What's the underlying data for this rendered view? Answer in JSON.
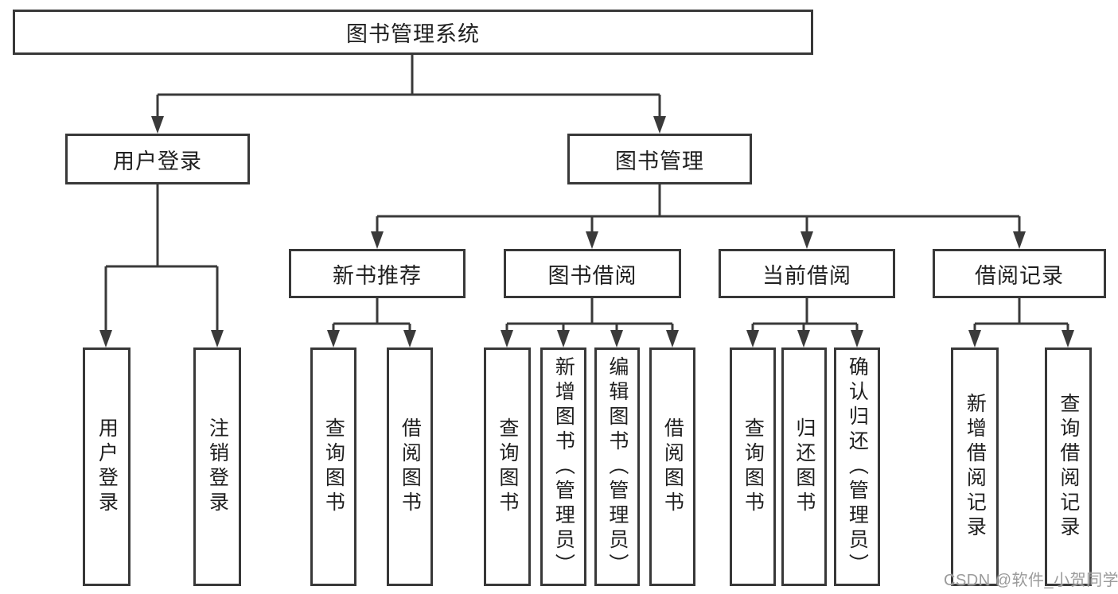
{
  "colors": {
    "line": "#3a3a3a",
    "box_border": "#383838",
    "text": "#1f1f1f",
    "watermark": "#9b9b9b",
    "background": "#ffffff"
  },
  "watermark": "CSDN @软件_小贺同学",
  "tree": {
    "root": "图书管理系统",
    "branches": [
      {
        "label": "用户登录",
        "children": [
          "用户登录",
          "注销登录"
        ]
      },
      {
        "label": "图书管理",
        "children": [
          {
            "label": "新书推荐",
            "children": [
              "查询图书",
              "借阅图书"
            ]
          },
          {
            "label": "图书借阅",
            "children": [
              "查询图书",
              "新增图书（管理员）",
              "编辑图书（管理员）",
              "借阅图书"
            ]
          },
          {
            "label": "当前借阅",
            "children": [
              "查询图书",
              "归还图书",
              "确认归还（管理员）"
            ]
          },
          {
            "label": "借阅记录",
            "children": [
              "新增借阅记录",
              "查询借阅记录"
            ]
          }
        ]
      }
    ]
  }
}
